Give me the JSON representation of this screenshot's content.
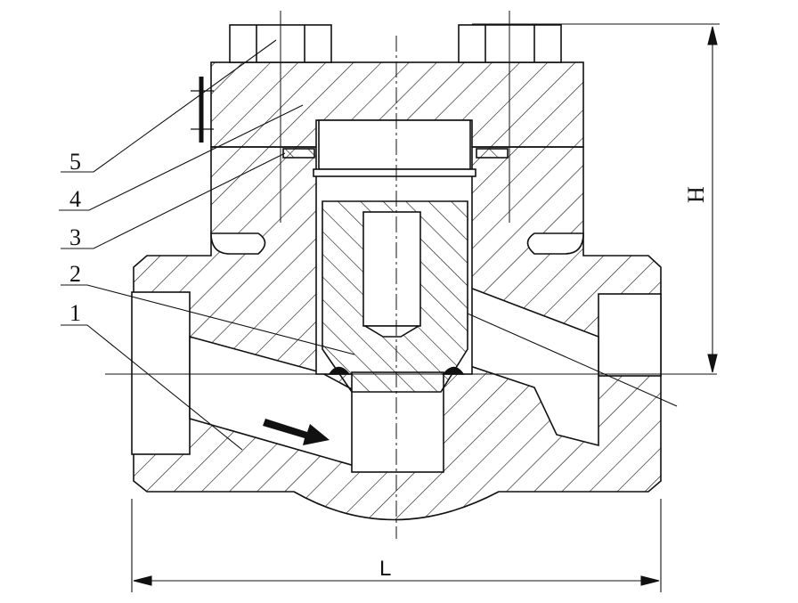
{
  "diagram": {
    "part_labels": [
      "1",
      "2",
      "3",
      "4",
      "5"
    ],
    "dimension_height_label": "H",
    "dimension_length_label": "L"
  },
  "colors": {
    "line": "#111111",
    "background": "#ffffff"
  }
}
